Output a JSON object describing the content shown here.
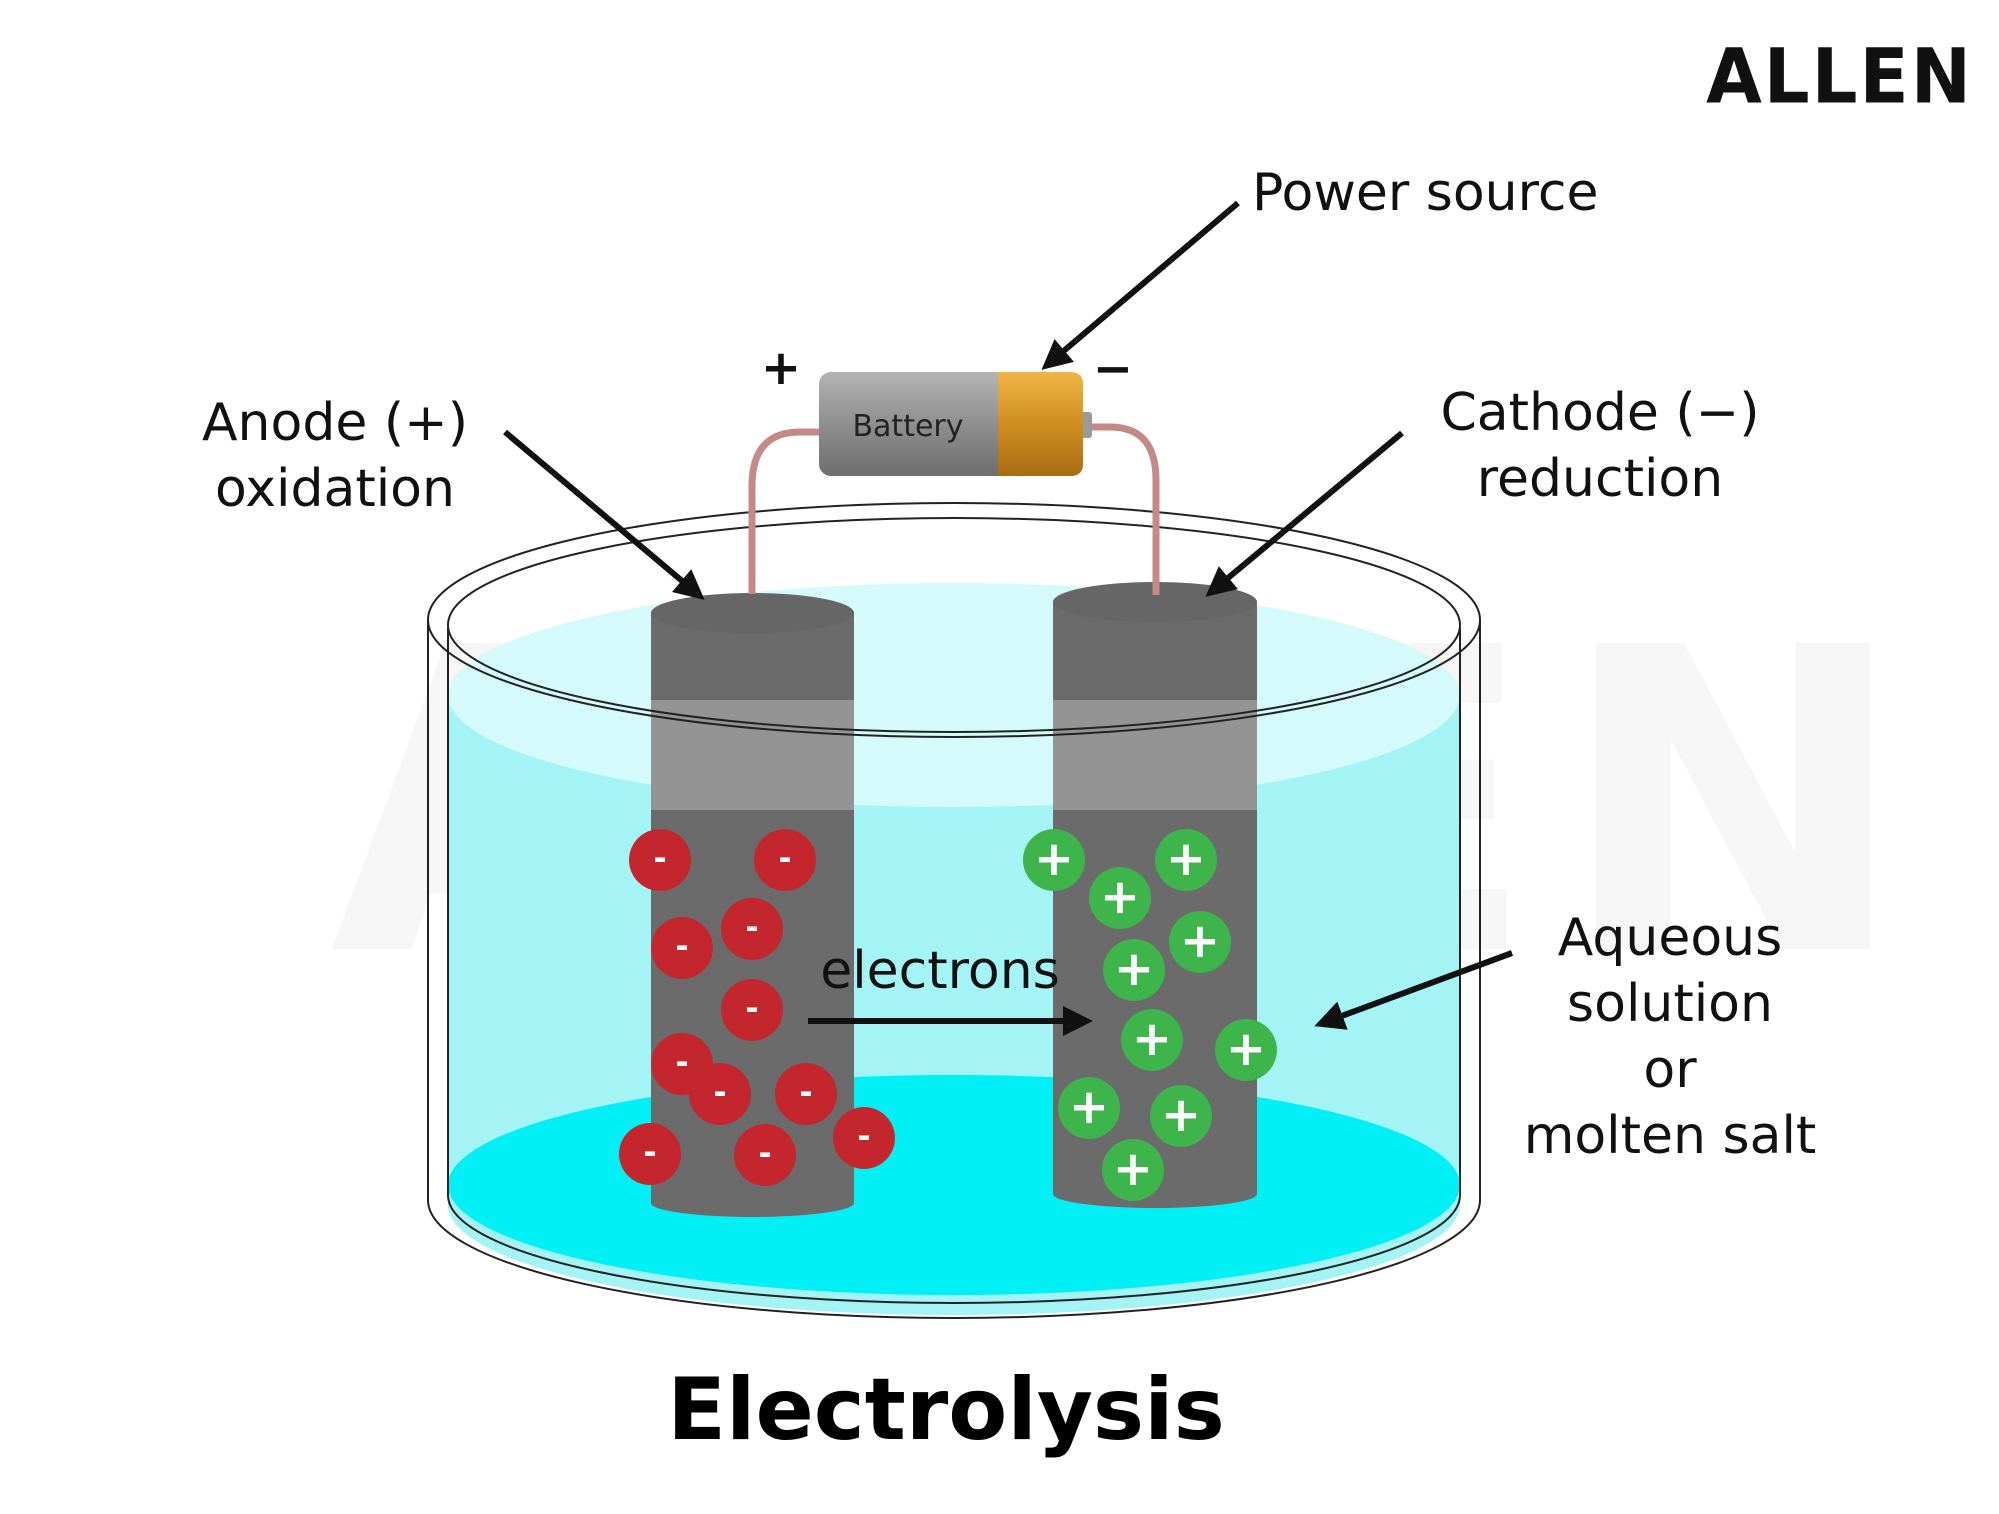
{
  "brand": "ALLEN",
  "title": "Electrolysis",
  "labels": {
    "power_source": "Power source",
    "battery": "Battery",
    "plus": "+",
    "minus": "−",
    "anode_line1": "Anode (+)",
    "anode_line2": "oxidation",
    "cathode_line1": "Cathode (−)",
    "cathode_line2": "reduction",
    "electrons": "electrons",
    "solution_line1": "Aqueous",
    "solution_line2": "solution",
    "solution_line3": "or",
    "solution_line4": "molten salt"
  },
  "ions": {
    "anion_sign": "-",
    "cation_sign": "+",
    "anion_count": 11,
    "cation_count": 10
  },
  "colors": {
    "anion": "#c4262e",
    "cation": "#3db54a",
    "electrode": "#6b6b6b",
    "solution": "#a4f4f6",
    "solution_bottom": "#00f0f6",
    "battery_body": "#8a8a8a",
    "battery_cap": "#d89a2c",
    "wire": "#c48a87"
  }
}
